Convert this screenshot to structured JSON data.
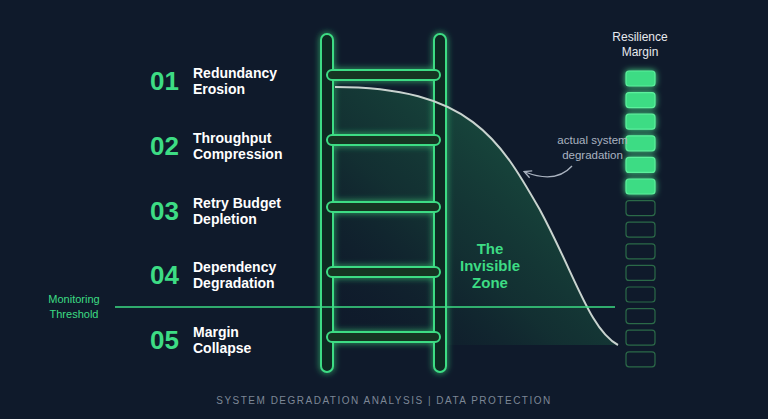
{
  "diagram": {
    "caption": "SYSTEM DEGRADATION ANALYSIS | DATA PROTECTION",
    "labels": [
      "01",
      "Redundancy Erosion",
      "02",
      "Throughput Compression",
      "03",
      "Retry Budget Depletion",
      "04",
      "Dependency Degradation",
      "05",
      "Margin Collapse",
      "Monitoring Threshold",
      "actual system degradation",
      "The Invisible Zone",
      "Resilience Margin"
    ]
  }
}
